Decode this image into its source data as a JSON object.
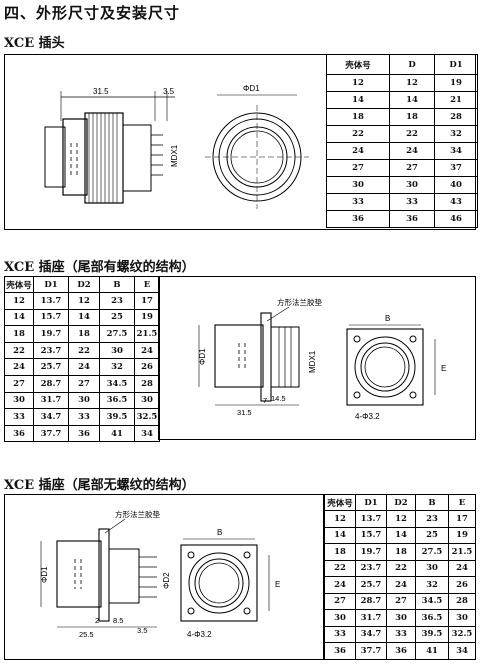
{
  "title": "四、外形尺寸及安装尺寸",
  "sections": [
    {
      "heading": "XCE 插头",
      "labels": {
        "d1": "ΦD1",
        "w1": "31.5",
        "w2": "3.5",
        "mdx": "MDX1"
      },
      "headers": [
        "壳体号",
        "D",
        "D1"
      ],
      "rows": [
        [
          "12",
          "12",
          "19"
        ],
        [
          "14",
          "14",
          "21"
        ],
        [
          "18",
          "18",
          "28"
        ],
        [
          "22",
          "22",
          "32"
        ],
        [
          "24",
          "24",
          "34"
        ],
        [
          "27",
          "27",
          "37"
        ],
        [
          "30",
          "30",
          "40"
        ],
        [
          "33",
          "33",
          "43"
        ],
        [
          "36",
          "36",
          "46"
        ]
      ]
    },
    {
      "heading": "XCE 插座（尾部有螺纹的结构）",
      "labels": {
        "flange": "方形法兰胶垫",
        "d1": "ΦD1",
        "mdx": "MDX1",
        "d7": "7",
        "d145": "14.5",
        "d315": "31.5",
        "b": "B",
        "e": "E",
        "holes": "4-Φ3.2"
      },
      "headers": [
        "壳体号",
        "D1",
        "D2",
        "B",
        "E"
      ],
      "rows": [
        [
          "12",
          "13.7",
          "12",
          "23",
          "17"
        ],
        [
          "14",
          "15.7",
          "14",
          "25",
          "19"
        ],
        [
          "18",
          "19.7",
          "18",
          "27.5",
          "21.5"
        ],
        [
          "22",
          "23.7",
          "22",
          "30",
          "24"
        ],
        [
          "24",
          "25.7",
          "24",
          "32",
          "26"
        ],
        [
          "27",
          "28.7",
          "27",
          "34.5",
          "28"
        ],
        [
          "30",
          "31.7",
          "30",
          "36.5",
          "30"
        ],
        [
          "33",
          "34.7",
          "33",
          "39.5",
          "32.5"
        ],
        [
          "36",
          "37.7",
          "36",
          "41",
          "34"
        ]
      ]
    },
    {
      "heading": "XCE 插座（尾部无螺纹的结构）",
      "labels": {
        "flange": "方形法兰胶垫",
        "d1": "ΦD1",
        "d2": "ΦD2",
        "d2mm": "2",
        "d85": "8.5",
        "d255": "25.5",
        "d35": "3.5",
        "b": "B",
        "e": "E",
        "holes": "4-Φ3.2"
      },
      "headers": [
        "壳体号",
        "D1",
        "D2",
        "B",
        "E"
      ],
      "rows": [
        [
          "12",
          "13.7",
          "12",
          "23",
          "17"
        ],
        [
          "14",
          "15.7",
          "14",
          "25",
          "19"
        ],
        [
          "18",
          "19.7",
          "18",
          "27.5",
          "21.5"
        ],
        [
          "22",
          "23.7",
          "22",
          "30",
          "24"
        ],
        [
          "24",
          "25.7",
          "24",
          "32",
          "26"
        ],
        [
          "27",
          "28.7",
          "27",
          "34.5",
          "28"
        ],
        [
          "30",
          "31.7",
          "30",
          "36.5",
          "30"
        ],
        [
          "33",
          "34.7",
          "33",
          "39.5",
          "32.5"
        ],
        [
          "36",
          "37.7",
          "36",
          "41",
          "34"
        ]
      ]
    }
  ]
}
